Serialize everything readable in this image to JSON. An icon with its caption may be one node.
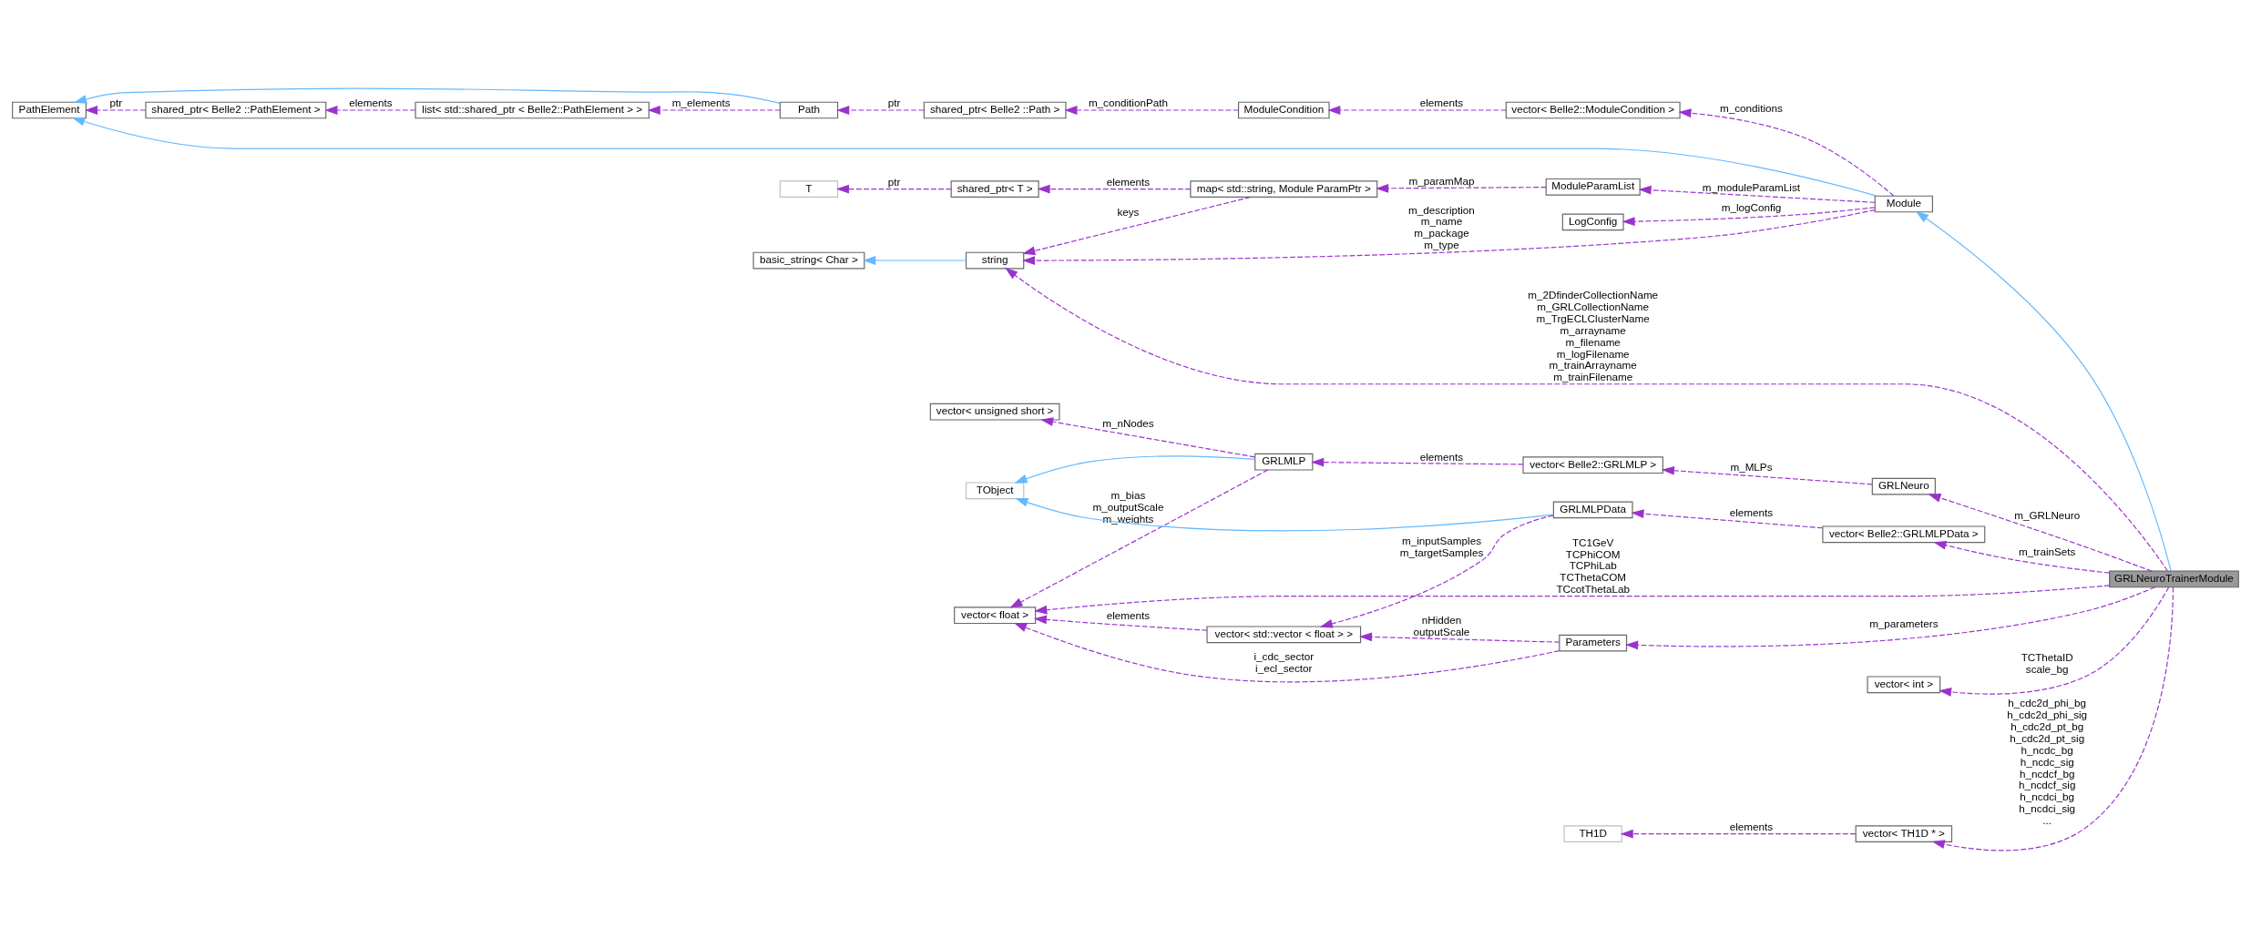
{
  "diagram": {
    "nodes": [
      {
        "text": [
          "LogConfig"
        ]
      },
      {
        "text": [
          "PathElement"
        ]
      },
      {
        "text": [
          "shared_ptr< Belle2 ::PathElement >"
        ]
      },
      {
        "text": [
          "list< std::shared_ptr < Belle2::PathElement > >"
        ]
      },
      {
        "text": [
          "Path"
        ]
      },
      {
        "text": [
          "shared_ptr< Belle2 ::Path >"
        ]
      },
      {
        "text": [
          "ModuleCondition"
        ]
      },
      {
        "text": [
          "vector< Belle2::ModuleCondition >"
        ]
      },
      {
        "text": [
          "Module"
        ]
      },
      {
        "text": [
          "T"
        ]
      },
      {
        "text": [
          "shared_ptr< T >"
        ]
      },
      {
        "text": [
          "map< std::string, Module ParamPtr >"
        ]
      },
      {
        "text": [
          "ModuleParamList"
        ]
      },
      {
        "text": [
          "basic_string< Char >"
        ]
      },
      {
        "text": [
          "string"
        ]
      },
      {
        "text": [
          "TObject"
        ]
      },
      {
        "text": [
          "vector< unsigned short >"
        ]
      },
      {
        "text": [
          "GRLMLP"
        ]
      },
      {
        "text": [
          "GRLMLPData"
        ]
      },
      {
        "text": [
          "vector< Belle2::GRLMLPData >"
        ]
      },
      {
        "text": [
          "vector< Belle2::GRLMLP >"
        ]
      },
      {
        "text": [
          "GRLNeuro"
        ]
      },
      {
        "text": [
          "vector< std::vector < float > >"
        ]
      },
      {
        "text": [
          "Parameters"
        ]
      },
      {
        "text": [
          "vector< float >"
        ]
      },
      {
        "text": [
          "GRLNeuroTrainerModule"
        ]
      },
      {
        "text": [
          "vector< int >"
        ]
      },
      {
        "text": [
          "TH1D"
        ]
      },
      {
        "text": [
          "vector< TH1D * >"
        ]
      }
    ],
    "edges": [
      {
        "from": 8,
        "to": 0,
        "arrow": "to",
        "label": "m_logConfig",
        "style": "dashed"
      },
      {
        "from": 8,
        "to": 1,
        "arrow": "to",
        "color": "#63b8ff"
      },
      {
        "from": 4,
        "to": 1,
        "arrow": "to",
        "color": "#63b8ff"
      },
      {
        "from": 2,
        "to": 1,
        "arrow": "to",
        "label": "ptr",
        "style": "dashed"
      },
      {
        "from": 3,
        "to": 2,
        "arrow": "to",
        "label": "elements",
        "style": "dashed"
      },
      {
        "from": 4,
        "to": 3,
        "arrow": "to",
        "label": "m_elements",
        "style": "dashed"
      },
      {
        "from": 5,
        "to": 4,
        "arrow": "to",
        "label": "ptr",
        "style": "dashed"
      },
      {
        "from": 6,
        "to": 5,
        "arrow": "to",
        "label": "m_conditionPath",
        "style": "dashed"
      },
      {
        "from": 7,
        "to": 6,
        "arrow": "to",
        "label": "elements",
        "style": "dashed"
      },
      {
        "from": 8,
        "to": 7,
        "arrow": "to",
        "label": "m_conditions",
        "style": "dashed"
      },
      {
        "from": 10,
        "to": 9,
        "arrow": "to",
        "label": "ptr",
        "style": "dashed"
      },
      {
        "from": 11,
        "to": 10,
        "arrow": "to",
        "label": "elements",
        "style": "dashed"
      },
      {
        "from": 11,
        "to": 14,
        "arrow": "to",
        "label": "keys",
        "style": "dashed"
      },
      {
        "from": 12,
        "to": 11,
        "arrow": "to",
        "label": "m_paramMap",
        "style": "dashed"
      },
      {
        "from": 8,
        "to": 12,
        "arrow": "to",
        "label": "m_moduleParamList",
        "style": "dashed"
      },
      {
        "from": 8,
        "to": 14,
        "arrow": "to",
        "label": "m_description m_name m_package m_type",
        "style": "dashed"
      },
      {
        "from": 14,
        "to": 13,
        "arrow": "to",
        "color": "#63b8ff"
      },
      {
        "from": 25,
        "to": 8,
        "arrow": "to",
        "color": "#63b8ff"
      },
      {
        "from": 25,
        "to": 14,
        "arrow": "to",
        "label": "m_2DfinderCollectionName m_GRLCollectionName m_TrgECLClusterName m_arrayname m_filename m_logFilename m_trainArrayname m_trainFilename",
        "style": "dashed"
      },
      {
        "from": 17,
        "to": 15,
        "arrow": "to",
        "color": "#63b8ff"
      },
      {
        "from": 18,
        "to": 15,
        "arrow": "to",
        "color": "#63b8ff"
      },
      {
        "from": 17,
        "to": 16,
        "arrow": "to",
        "label": "m_nNodes",
        "style": "dashed"
      },
      {
        "from": 17,
        "to": 24,
        "arrow": "to",
        "label": "m_bias m_outputScale m_weights",
        "style": "dashed"
      },
      {
        "from": 20,
        "to": 17,
        "arrow": "to",
        "label": "elements",
        "style": "dashed"
      },
      {
        "from": 18,
        "to": 22,
        "arrow": "to",
        "label": "m_inputSamples m_targetSamples",
        "style": "dashed"
      },
      {
        "from": 19,
        "to": 18,
        "arrow": "to",
        "label": "elements",
        "style": "dashed"
      },
      {
        "from": 25,
        "to": 19,
        "arrow": "to",
        "label": "m_trainSets",
        "style": "dashed"
      },
      {
        "from": 21,
        "to": 20,
        "arrow": "to",
        "label": "m_MLPs",
        "style": "dashed"
      },
      {
        "from": 25,
        "to": 21,
        "arrow": "to",
        "label": "m_GRLNeuro",
        "style": "dashed"
      },
      {
        "from": 22,
        "to": 24,
        "arrow": "to",
        "label": "elements",
        "style": "dashed"
      },
      {
        "from": 23,
        "to": 22,
        "arrow": "to",
        "label": "nHidden outputScale",
        "style": "dashed"
      },
      {
        "from": 23,
        "to": 24,
        "arrow": "to",
        "label": "i_cdc_sector i_ecl_sector",
        "style": "dashed"
      },
      {
        "from": 25,
        "to": 23,
        "arrow": "to",
        "label": "m_parameters",
        "style": "dashed"
      },
      {
        "from": 25,
        "to": 24,
        "arrow": "to",
        "label": "TC1GeV TCPhiCOM TCPhiLab TCThetaCOM TCcotThetaLab",
        "style": "dashed"
      },
      {
        "from": 25,
        "to": 26,
        "arrow": "to",
        "label": "TCThetaID scale_bg",
        "style": "dashed"
      },
      {
        "from": 28,
        "to": 27,
        "arrow": "to",
        "label": "elements",
        "style": "dashed"
      },
      {
        "from": 25,
        "to": 28,
        "arrow": "to",
        "label": "h_cdc2d_phi_bg h_cdc2d_phi_sig h_cdc2d_pt_bg h_cdc2d_pt_sig h_ncdc_bg h_ncdc_sig h_ncdcf_bg h_ncdcf_sig h_ncdci_bg h_ncdci_sig ...",
        "style": "dashed"
      }
    ]
  }
}
